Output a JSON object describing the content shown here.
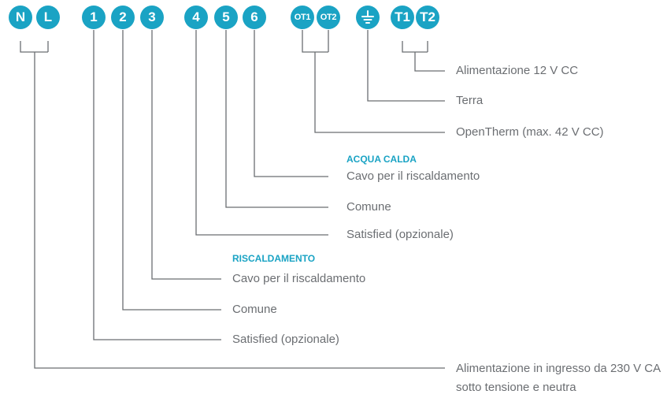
{
  "terminals": {
    "N": "N",
    "L": "L",
    "t1": "1",
    "t2": "2",
    "t3": "3",
    "t4": "4",
    "t5": "5",
    "t6": "6",
    "OT1": "OT1",
    "OT2": "OT2",
    "T1": "T1",
    "T2": "T2",
    "ground_icon": "ground-icon"
  },
  "labels": {
    "dc_power": "Alimentazione 12 V CC",
    "earth": "Terra",
    "opentherm": "OpenTherm (max. 42 V CC)",
    "hw_heating_wire": "Cavo per il riscaldamento",
    "hw_common": "Comune",
    "hw_satisfied": "Satisfied (opzionale)",
    "heat_heating_wire": "Cavo per il riscaldamento",
    "heat_common": "Comune",
    "heat_satisfied": "Satisfied (opzionale)",
    "mains": "Alimentazione in ingresso da 230 V CA sotto tensione e neutra"
  },
  "headings": {
    "hot_water": "ACQUA CALDA",
    "heating": "RISCALDAMENTO"
  },
  "colors": {
    "accent": "#1aa3c4",
    "line": "#6b6e72",
    "text": "#6b6e72"
  }
}
